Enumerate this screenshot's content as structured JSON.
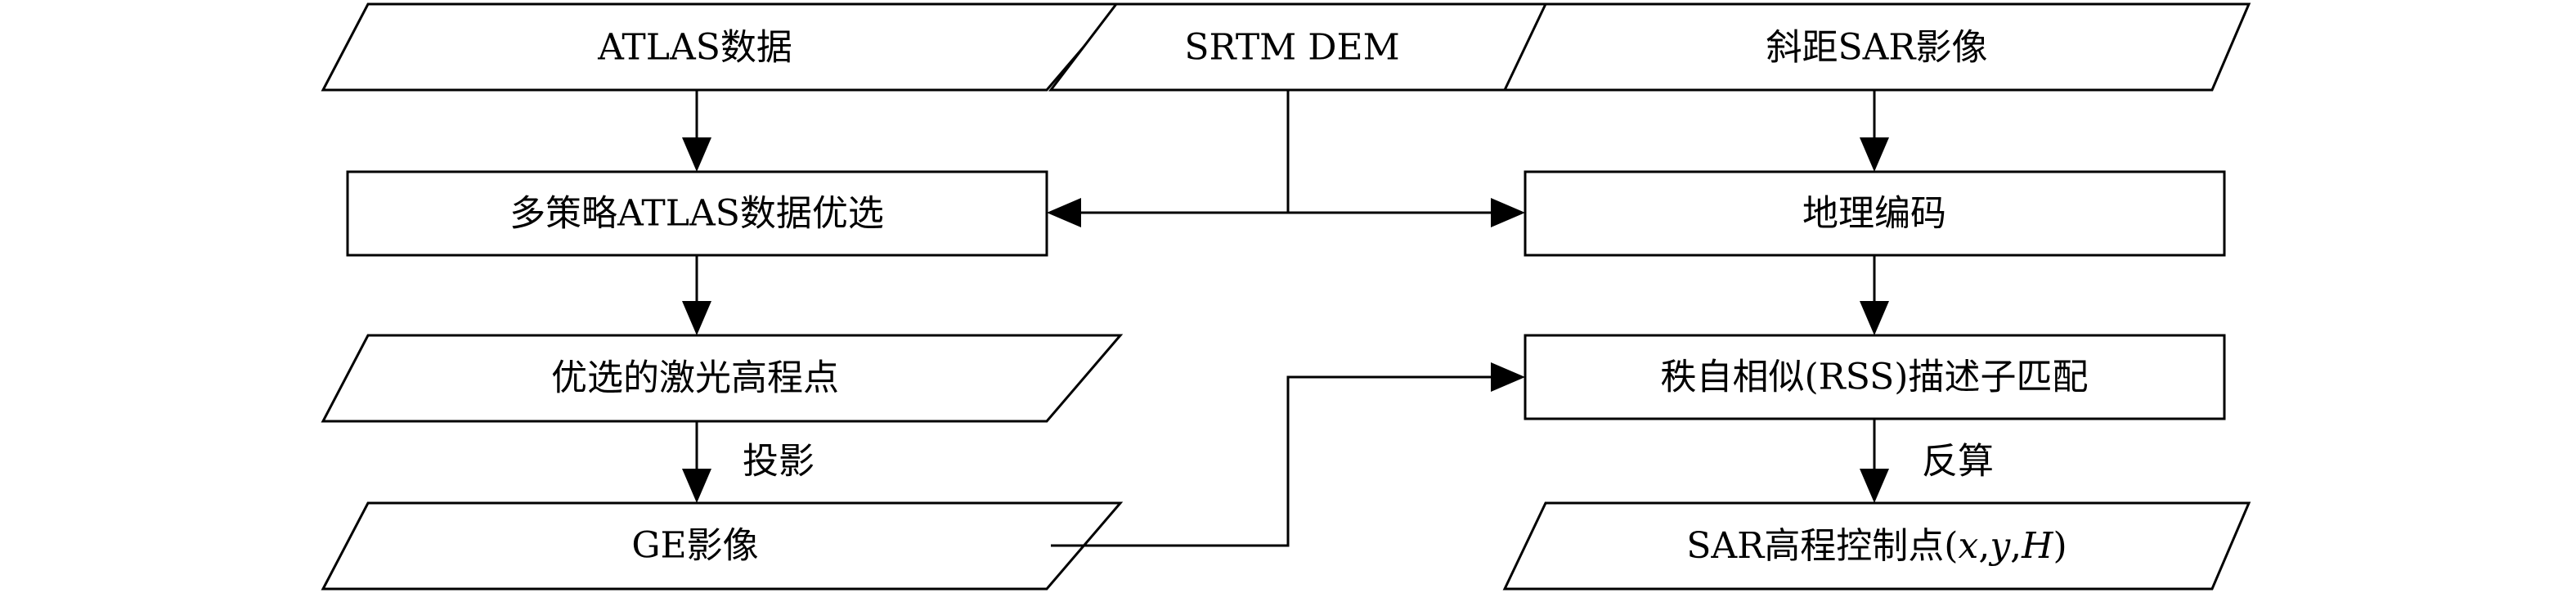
{
  "nodes": {
    "atlas_data": "ATLAS数据",
    "srtm_dem": "SRTM DEM",
    "slant_sar": "斜距SAR影像",
    "atlas_selection": "多策略ATLAS数据优选",
    "geocoding": "地理编码",
    "laser_points": "优选的激光高程点",
    "rss_matching": "秩自相似(RSS)描述子匹配",
    "ge_image": "GE影像",
    "sar_gcp_prefix": "SAR高程控制点(",
    "sar_gcp_x": "x",
    "sar_gcp_c1": ",",
    "sar_gcp_y": "y",
    "sar_gcp_c2": ",",
    "sar_gcp_h": "H",
    "sar_gcp_suffix": ")"
  },
  "edge_labels": {
    "projection": "投影",
    "inversion": "反算"
  }
}
